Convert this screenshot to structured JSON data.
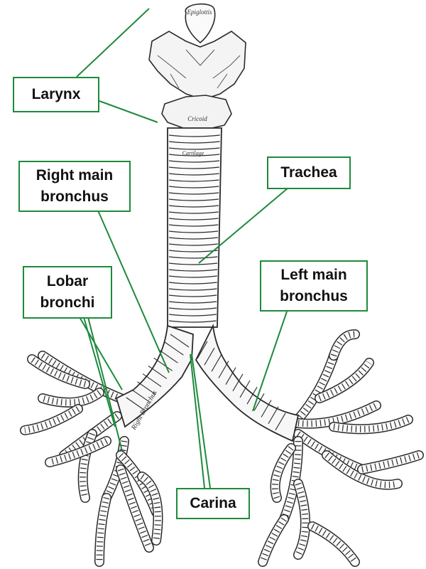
{
  "diagram": {
    "line_color": "#1e8a3c",
    "ink_color": "#2a2a2a",
    "labels": {
      "larynx": "Larynx",
      "right_main_bronchus": [
        "Right main",
        "bronchus"
      ],
      "trachea": "Trachea",
      "lobar_bronchi": [
        "Lobar",
        "bronchi"
      ],
      "left_main_bronchus": [
        "Left main",
        "bronchus"
      ],
      "carina": "Carina"
    },
    "engraving_text": {
      "epiglottis": "Epiglottis",
      "cricoid": "Cricoid",
      "cartilage": "Cartilage",
      "right_bronchus": "Right Bronchus"
    }
  }
}
